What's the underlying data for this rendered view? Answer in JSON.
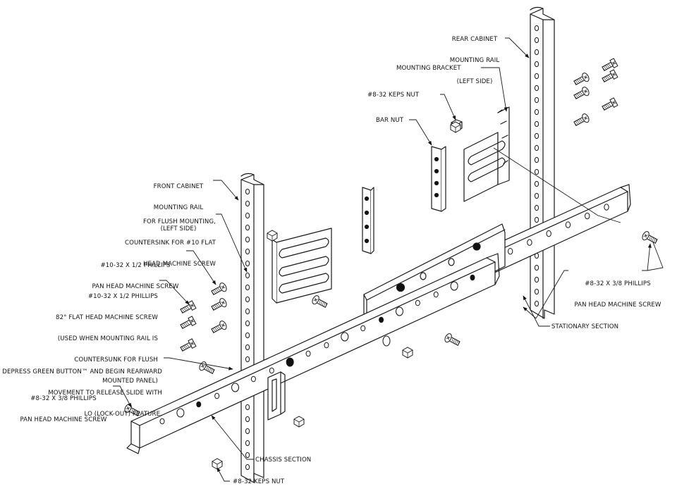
{
  "labels": {
    "rear_rail": [
      "REAR CABINET",
      "MOUNTING RAIL",
      "(LEFT SIDE)"
    ],
    "mounting_bracket": "MOUNTING BRACKET",
    "keps_nut_top": "#8-32 KEPS NUT",
    "bar_nut": "BAR NUT",
    "front_rail": [
      "FRONT CABINET",
      "MOUNTING RAIL",
      "(LEFT SIDE)"
    ],
    "flush_mount": [
      "FOR FLUSH MOUNTING,",
      "COUNTERSINK FOR #10 FLAT",
      "HEAD MACHINE SCREW"
    ],
    "pan_screw_10": [
      "#10-32 X 1/2 PHILLIPS",
      "PAN HEAD MACHINE SCREW"
    ],
    "flat_screw_10": [
      "#10-32 X 1/2 PHILLIPS",
      "82° FLAT HEAD MACHINE SCREW",
      "(USED WHEN MOUNTING RAIL IS",
      "COUNTERSUNK FOR FLUSH",
      "MOUNTED PANEL)"
    ],
    "depress_button": [
      "DEPRESS GREEN BUTTON™ AND BEGIN REARWARD",
      "MOVEMENT TO RELEASE SLIDE WITH",
      "LO (LOCK-OUT) FEATURE."
    ],
    "pan_screw_8_left": [
      "#8-32 X 3/8 PHILLIPS",
      "PAN HEAD MACHINE SCREW"
    ],
    "pan_screw_8_right": [
      "#8-32 X 3/8 PHILLIPS",
      "PAN HEAD MACHINE SCREW"
    ],
    "stationary_section": "STATIONARY SECTION",
    "chassis_section": "CHASSIS SECTION",
    "keps_nut_bottom": "#8-32 KEPS NUT"
  },
  "colors": {
    "line": "#1a1a1a",
    "fill": "#ffffff",
    "shade": "#e6e6e6",
    "dark": "#111111"
  },
  "icons": [
    "hex-nut-icon",
    "pan-head-screw-icon",
    "flat-head-screw-icon",
    "leader-arrow-icon"
  ]
}
